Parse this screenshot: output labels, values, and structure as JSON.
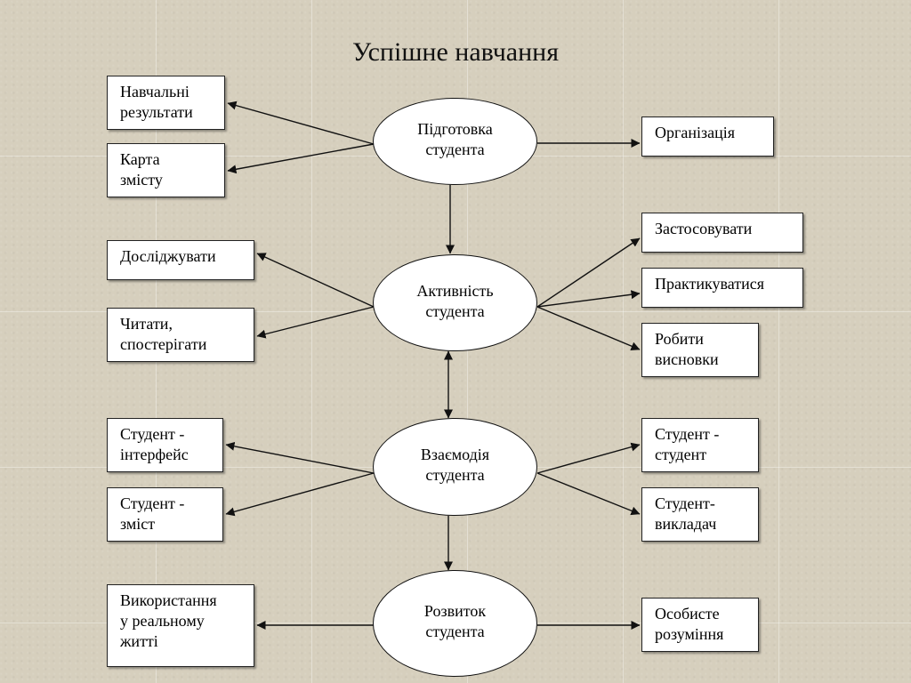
{
  "title": "Успішне навчання",
  "nodes": {
    "preparation": "Підготовка\nстудента",
    "activity": "Активність\nстудента",
    "interaction": "Взаємодія\nстудента",
    "development": "Розвиток\nстудента"
  },
  "boxes": {
    "learning_results": "Навчальні\nрезультати",
    "content_map": "Карта\nзмісту",
    "organization": "Організація",
    "explore": "Досліджувати",
    "read_observe": "Читати,\nспостерігати",
    "apply": "Застосовувати",
    "practice": "Практикуватися",
    "conclusions": "Робити\nвисновки",
    "student_interface": "Студент -\nінтерфейс",
    "student_content": "Студент -\nзміст",
    "student_student": "Студент -\nстудент",
    "student_teacher": "Студент-\nвикладач",
    "real_life": "Використання\nу реальному\nжитті",
    "personal_understanding": "Особисте\nрозуміння"
  },
  "colors": {
    "background": "#d6cfbd",
    "box_fill": "#ffffff",
    "stroke": "#111111"
  }
}
